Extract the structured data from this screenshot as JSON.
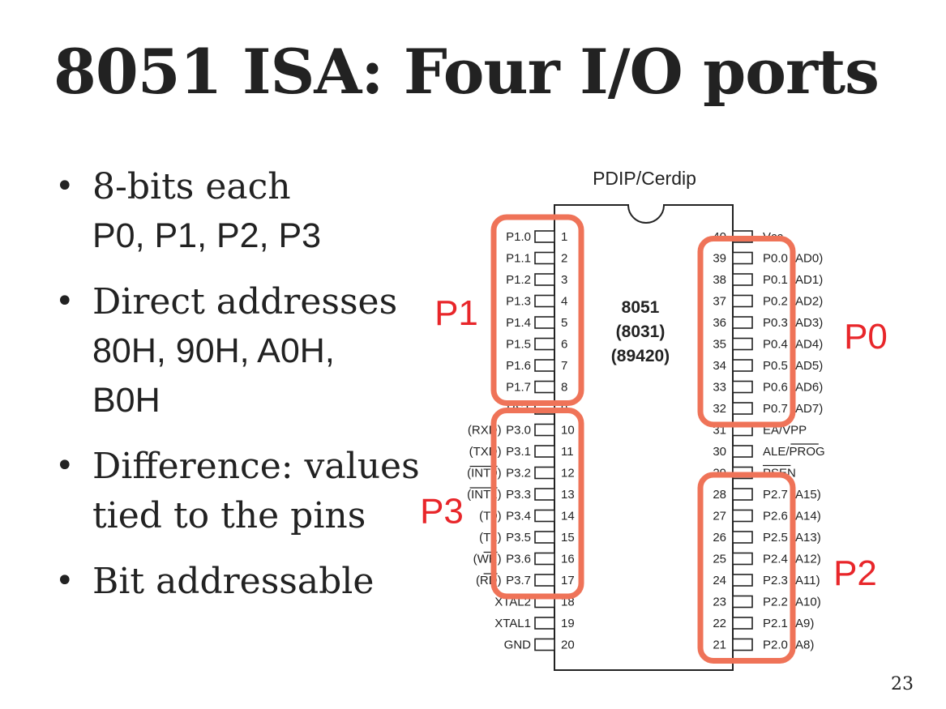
{
  "title": "8051 ISA: Four I/O ports",
  "bullets": [
    {
      "lines": [
        "8-bits each"
      ],
      "sub": [
        "P0, P1, P2, P3"
      ]
    },
    {
      "lines": [
        "Direct addresses"
      ],
      "sub": [
        "80H, 90H, A0H,",
        "B0H"
      ]
    },
    {
      "lines": [
        "Difference: values",
        "tied to the pins"
      ],
      "sub": []
    },
    {
      "lines": [
        "Bit addressable"
      ],
      "sub": []
    }
  ],
  "slide_number": "23",
  "diagram": {
    "package_label": "PDIP/Cerdip",
    "chip_lines": [
      "8051",
      "(8031)",
      "(89420)"
    ],
    "left_pins": [
      {
        "num": "1",
        "pre": "",
        "name": "P1.0",
        "over": false
      },
      {
        "num": "2",
        "pre": "",
        "name": "P1.1",
        "over": false
      },
      {
        "num": "3",
        "pre": "",
        "name": "P1.2",
        "over": false
      },
      {
        "num": "4",
        "pre": "",
        "name": "P1.3",
        "over": false
      },
      {
        "num": "5",
        "pre": "",
        "name": "P1.4",
        "over": false
      },
      {
        "num": "6",
        "pre": "",
        "name": "P1.5",
        "over": false
      },
      {
        "num": "7",
        "pre": "",
        "name": "P1.6",
        "over": false
      },
      {
        "num": "8",
        "pre": "",
        "name": "P1.7",
        "over": false
      },
      {
        "num": "9",
        "pre": "",
        "name": "RST",
        "over": false
      },
      {
        "num": "10",
        "pre": "(RXD)",
        "name": "P3.0",
        "over": false
      },
      {
        "num": "11",
        "pre": "(TXD)",
        "name": "P3.1",
        "over": false
      },
      {
        "num": "12",
        "pre": "(INT0)",
        "name": "P3.2",
        "over": true
      },
      {
        "num": "13",
        "pre": "(INT1)",
        "name": "P3.3",
        "over": true
      },
      {
        "num": "14",
        "pre": "(T0)",
        "name": "P3.4",
        "over": false
      },
      {
        "num": "15",
        "pre": "(T1)",
        "name": "P3.5",
        "over": false
      },
      {
        "num": "16",
        "pre": "(WR)",
        "name": "P3.6",
        "over": true
      },
      {
        "num": "17",
        "pre": "(RD)",
        "name": "P3.7",
        "over": true
      },
      {
        "num": "18",
        "pre": "",
        "name": "XTAL2",
        "over": false
      },
      {
        "num": "19",
        "pre": "",
        "name": "XTAL1",
        "over": false
      },
      {
        "num": "20",
        "pre": "",
        "name": "GND",
        "over": false
      }
    ],
    "right_pins": [
      {
        "num": "40",
        "name": "Vcc",
        "post": "",
        "over": false
      },
      {
        "num": "39",
        "name": "P0.0",
        "post": "(AD0)",
        "over": false
      },
      {
        "num": "38",
        "name": "P0.1",
        "post": "(AD1)",
        "over": false
      },
      {
        "num": "37",
        "name": "P0.2",
        "post": "(AD2)",
        "over": false
      },
      {
        "num": "36",
        "name": "P0.3",
        "post": "(AD3)",
        "over": false
      },
      {
        "num": "35",
        "name": "P0.4",
        "post": "(AD4)",
        "over": false
      },
      {
        "num": "34",
        "name": "P0.5",
        "post": "(AD5)",
        "over": false
      },
      {
        "num": "33",
        "name": "P0.6",
        "post": "(AD6)",
        "over": false
      },
      {
        "num": "32",
        "name": "P0.7",
        "post": "(AD7)",
        "over": false
      },
      {
        "num": "31",
        "name": "EA/VPP",
        "post": "",
        "over": "EA"
      },
      {
        "num": "30",
        "name": "ALE/PROG",
        "post": "",
        "over": "PROG"
      },
      {
        "num": "29",
        "name": "PSEN",
        "post": "",
        "over": "PSEN"
      },
      {
        "num": "28",
        "name": "P2.7",
        "post": "(A15)",
        "over": false
      },
      {
        "num": "27",
        "name": "P2.6",
        "post": "(A14)",
        "over": false
      },
      {
        "num": "26",
        "name": "P2.5",
        "post": "(A13)",
        "over": false
      },
      {
        "num": "25",
        "name": "P2.4",
        "post": "(A12)",
        "over": false
      },
      {
        "num": "24",
        "name": "P2.3",
        "post": "(A11)",
        "over": false
      },
      {
        "num": "23",
        "name": "P2.2",
        "post": "(A10)",
        "over": false
      },
      {
        "num": "22",
        "name": "P2.1",
        "post": "(A9)",
        "over": false
      },
      {
        "num": "21",
        "name": "P2.0",
        "post": "(A8)",
        "over": false
      }
    ],
    "port_groups": [
      {
        "label": "P1",
        "side": "left",
        "from": 1,
        "to": 8
      },
      {
        "label": "P3",
        "side": "left",
        "from": 10,
        "to": 17
      },
      {
        "label": "P0",
        "side": "right",
        "from": 39,
        "to": 32
      },
      {
        "label": "P2",
        "side": "right",
        "from": 28,
        "to": 21
      }
    ]
  }
}
